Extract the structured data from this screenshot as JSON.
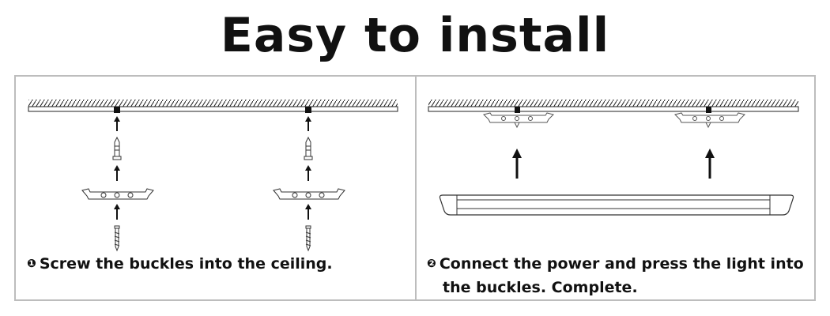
{
  "title": "Easy to install",
  "steps": [
    {
      "badge": "❶",
      "caption": "Screw the buckles into the ceiling."
    },
    {
      "badge": "❷",
      "caption_line1": "Connect the power and press the light into",
      "caption_line2": "the buckles. Complete."
    }
  ],
  "colors": {
    "ink": "#111111",
    "frame": "#bdbdbd",
    "background": "#ffffff"
  }
}
